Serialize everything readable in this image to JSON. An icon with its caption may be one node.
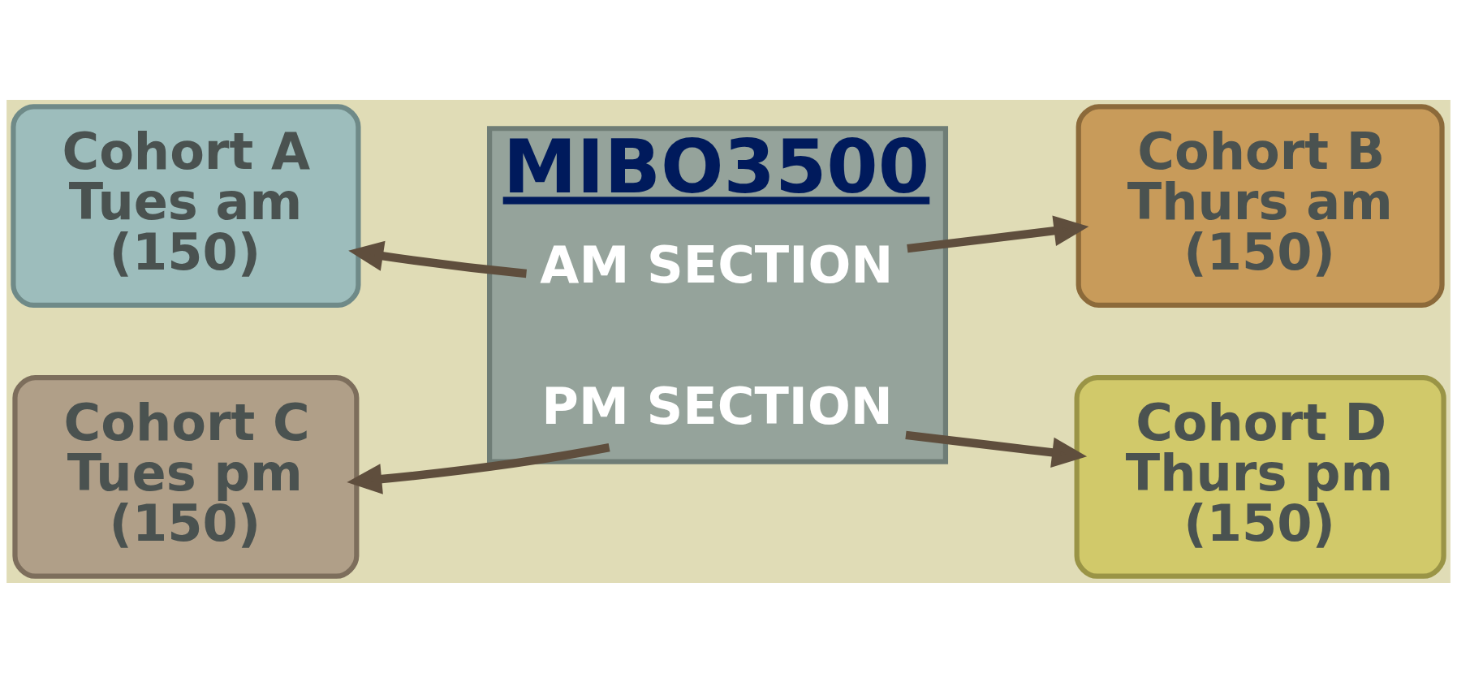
{
  "diagram": {
    "nodes": [
      {
        "text": [
          "Cohort A Tues am (150)"
        ]
      },
      {
        "text": [
          "Cohort B Thurs am (150)"
        ]
      },
      {
        "text": [
          "MIBO3500"
        ]
      },
      {
        "text": [
          "AM SECTION"
        ],
        "in": 2
      },
      {
        "text": [
          "PM SECTION"
        ],
        "in": 2
      },
      {
        "text": [
          "Cohort C Tues pm (150)"
        ]
      },
      {
        "text": [
          "Cohort D Thurs pm (150)"
        ]
      }
    ],
    "edges": [
      {
        "from": 3,
        "to": 0,
        "arrow": "to"
      },
      {
        "from": 3,
        "to": 1,
        "arrow": "to"
      },
      {
        "from": 4,
        "to": 5,
        "arrow": "to"
      },
      {
        "from": 4,
        "to": 6,
        "arrow": "to"
      }
    ]
  }
}
